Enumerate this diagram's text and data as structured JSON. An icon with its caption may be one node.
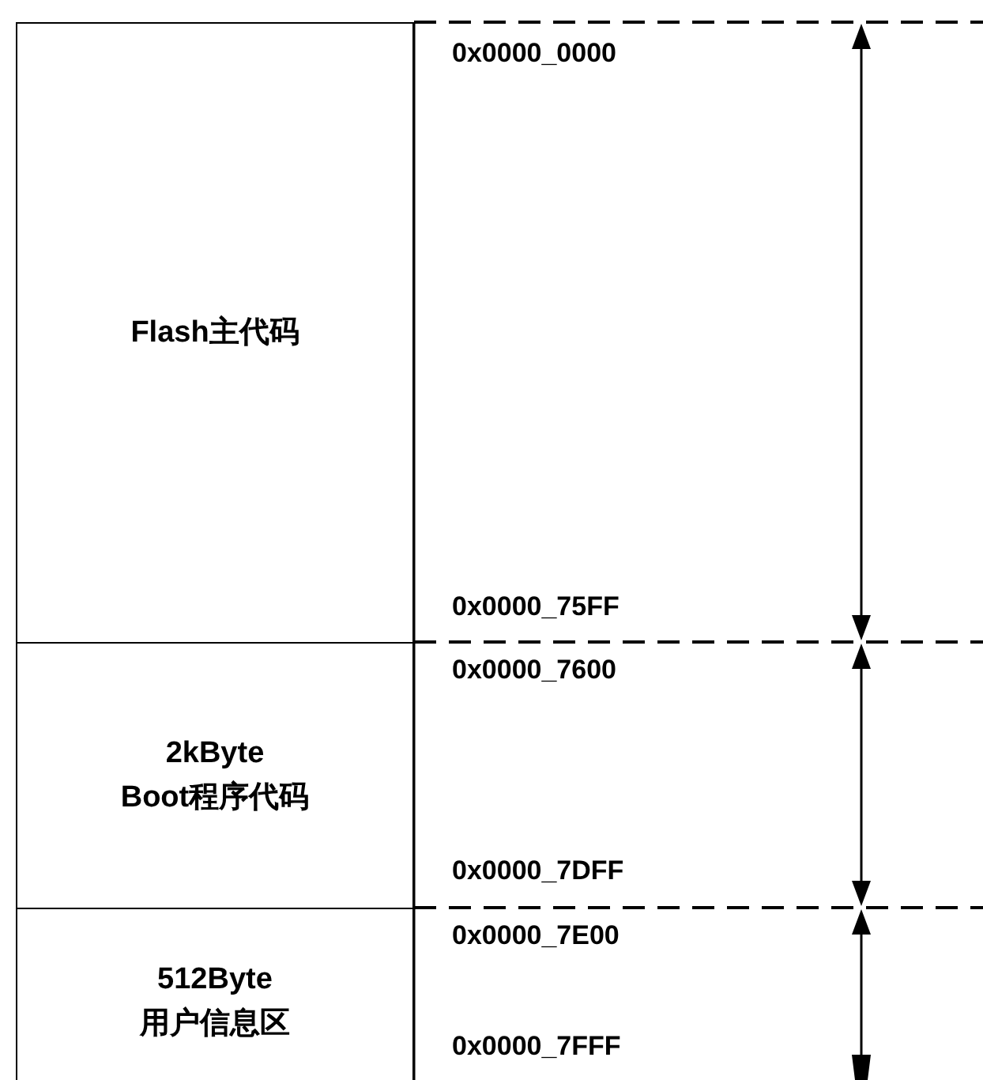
{
  "diagram": {
    "nodes": [
      {
        "text": [
          "Flash主代码"
        ]
      },
      {
        "text": [
          "2kByte",
          "Boot程序代码"
        ]
      },
      {
        "text": [
          "512Byte",
          "用户信息区"
        ]
      }
    ],
    "labels": [
      "0x0000_0000",
      "0x0000_75FF",
      "0x0000_7600",
      "0x0000_7DFF",
      "0x0000_7E00",
      "0x0000_7FFF"
    ]
  }
}
